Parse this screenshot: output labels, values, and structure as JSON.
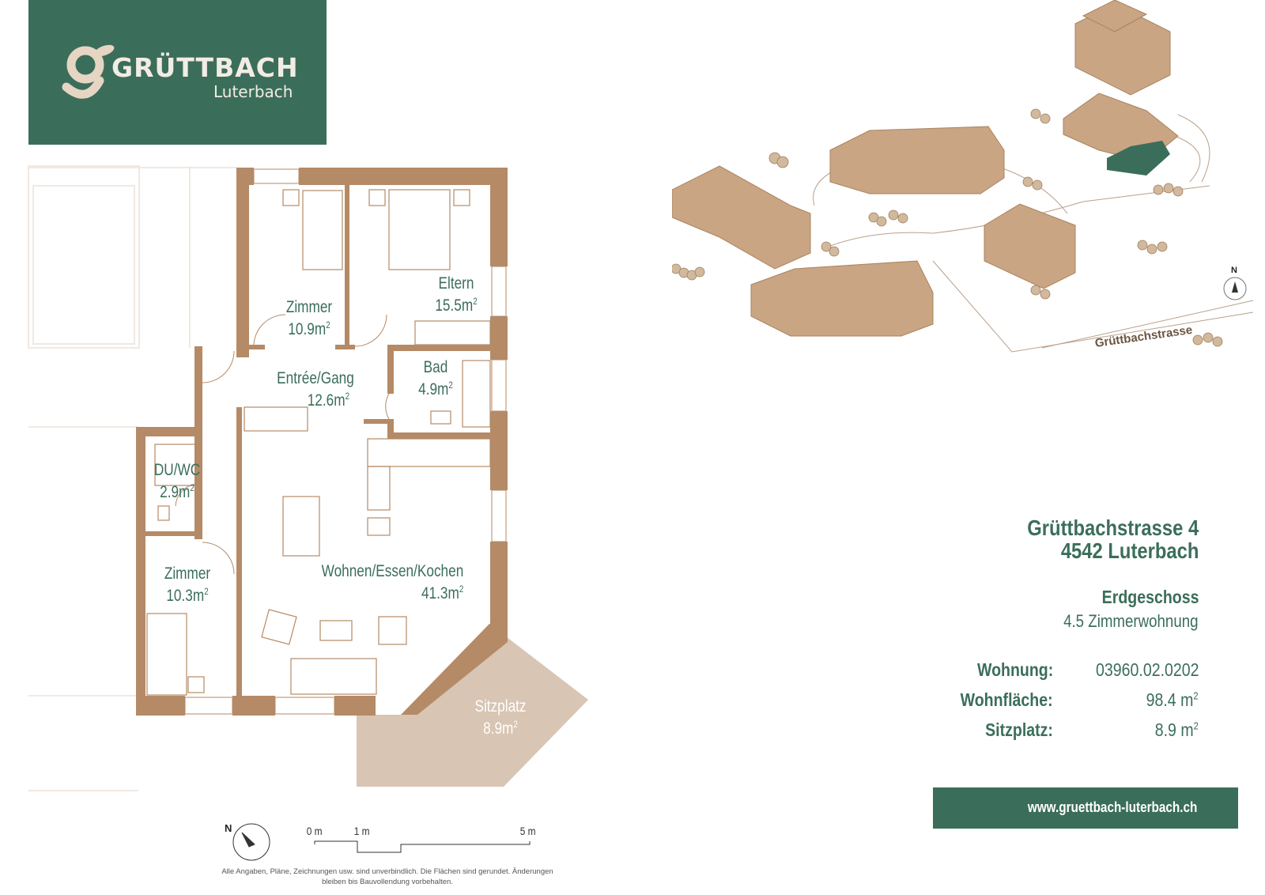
{
  "brand": {
    "name": "GRÜTTBACH",
    "location": "Luterbach",
    "color": "#3b6e5a"
  },
  "rooms": {
    "zimmer1": {
      "name": "Zimmer",
      "area": "10.9m",
      "sup": "2"
    },
    "eltern": {
      "name": "Eltern",
      "area": "15.5m",
      "sup": "2"
    },
    "entree": {
      "name": "Entrée/Gang",
      "area": "12.6m",
      "sup": "2"
    },
    "bad": {
      "name": "Bad",
      "area": "4.9m",
      "sup": "2"
    },
    "duwc": {
      "name": "DU/WC",
      "area": "2.9m",
      "sup": "2"
    },
    "wohnen": {
      "name": "Wohnen/Essen/Kochen",
      "area": "41.3m",
      "sup": "2"
    },
    "zimmer2": {
      "name": "Zimmer",
      "area": "10.3m",
      "sup": "2"
    },
    "sitzplatz": {
      "name": "Sitzplatz",
      "area": "8.9m",
      "sup": "2"
    }
  },
  "scale": {
    "north": "N",
    "labels": [
      "0 m",
      "1 m",
      "5 m"
    ]
  },
  "disclaimer": "Alle Angaben, Pläne, Zeichnungen usw. sind unverbindlich. Die Flächen sind gerundet. Änderungen bleiben bis Bauvollendung vorbehalten.",
  "site": {
    "street": "Grüttbachstrasse",
    "north": "N"
  },
  "address": {
    "line1": "Grüttbachstrasse 4",
    "line2": "4542 Luterbach"
  },
  "floor": "Erdgeschoss",
  "apartment_type": "4.5 Zimmerwohnung",
  "details": [
    {
      "label": "Wohnung:",
      "value": "03960.02.0202",
      "sup": ""
    },
    {
      "label": "Wohnfläche:",
      "value": "98.4 m",
      "sup": "2"
    },
    {
      "label": "Sitzplatz:",
      "value": "8.9 m",
      "sup": "2"
    }
  ],
  "website": "www.gruettbach-luterbach.ch",
  "colors": {
    "wall": "#b58a66",
    "terrace": "#d8c5b3",
    "building": "#c9a584"
  }
}
